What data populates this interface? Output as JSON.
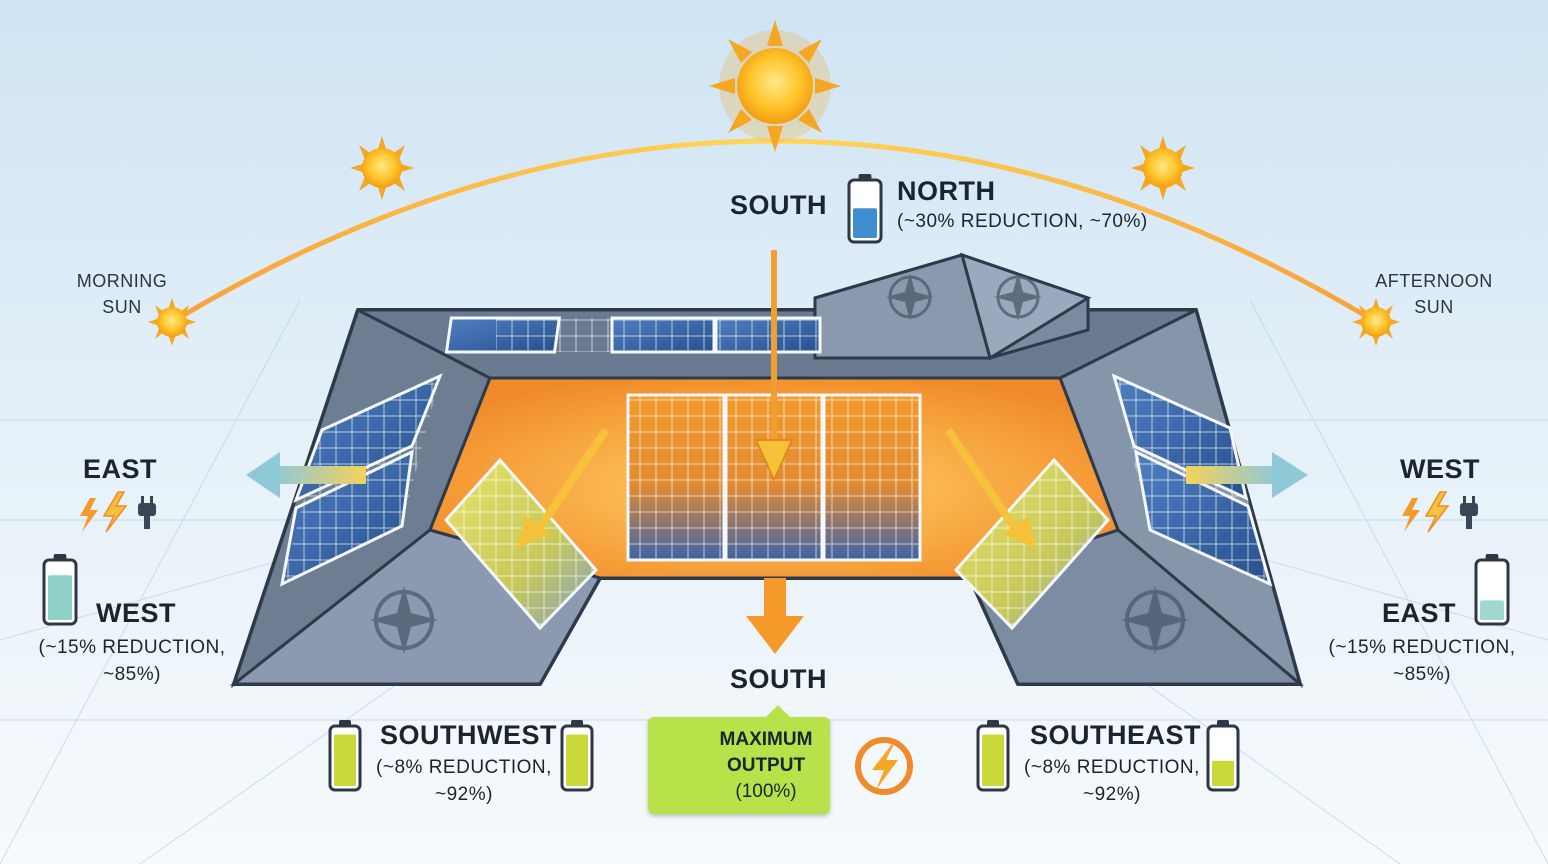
{
  "sun": {
    "morning_line1": "MORNING",
    "morning_line2": "SUN",
    "afternoon_line1": "AFTERNOON",
    "afternoon_line2": "SUN"
  },
  "north": {
    "south_label": "SOUTH",
    "name": "NORTH",
    "detail": "(~30% REDUCTION, ~70%)",
    "level": 0.55
  },
  "east_side": {
    "direction": "EAST",
    "name": "WEST",
    "detail_line1": "(~15% REDUCTION,",
    "detail_line2": "~85%)",
    "level": 0.8
  },
  "west_side": {
    "direction": "WEST",
    "name": "EAST",
    "detail_line1": "(~15% REDUCTION,",
    "detail_line2": "~85%)",
    "level": 0.35
  },
  "southwest": {
    "name": "SOUTHWEST",
    "detail_line1": "(~8% REDUCTION,",
    "detail_line2": "~92%)",
    "level": 0.92
  },
  "southeast": {
    "name": "SOUTHEAST",
    "detail_line1": "(~8% REDUCTION,",
    "detail_line2": "~92%)",
    "level": 0.45
  },
  "south": {
    "name": "SOUTH",
    "max_line1": "MAXIMUM",
    "max_line2": "OUTPUT",
    "max_line3": "(100%)",
    "level": 1.0
  },
  "colors": {
    "accent_green": "#b7e24a",
    "sun_orange": "#f5a623",
    "panel_blue": "#2f5d9e",
    "roof_grey": "#5c6b7e"
  }
}
